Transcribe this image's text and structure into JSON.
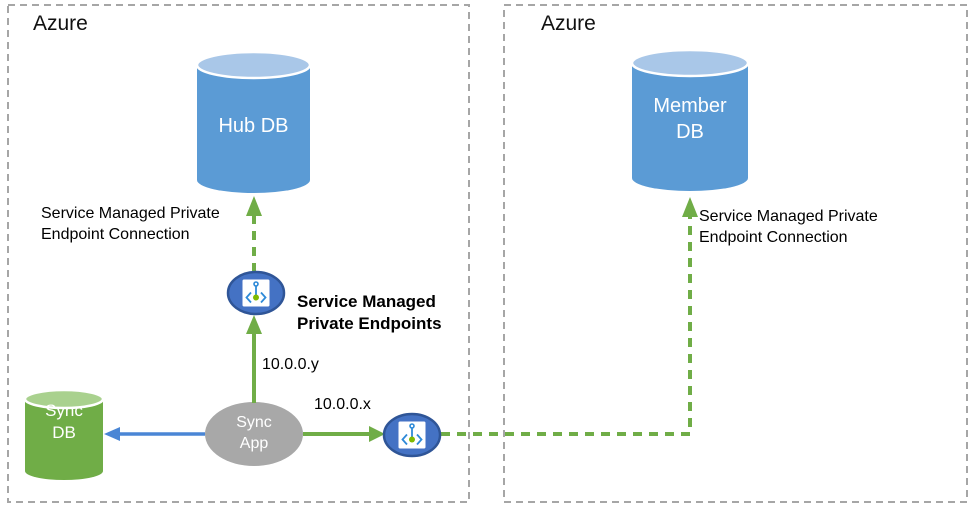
{
  "diagram": {
    "left_region": {
      "label": "Azure"
    },
    "right_region": {
      "label": "Azure"
    },
    "nodes": {
      "hub_db": {
        "label": "Hub DB"
      },
      "member_db": {
        "label": "Member\nDB"
      },
      "sync_db": {
        "label": "Sync\nDB"
      },
      "sync_app": {
        "label": "Sync\nApp"
      }
    },
    "annotations": {
      "left_connection": "Service Managed Private\nEndpoint Connection",
      "right_connection": "Service Managed Private\nEndpoint Connection",
      "endpoints_title": "Service Managed\nPrivate Endpoints",
      "ip_y": "10.0.0.y",
      "ip_x": "10.0.0.x"
    },
    "icons": {
      "endpoint_icon": "private-endpoint-icon"
    },
    "colors": {
      "db_blue_body": "#5B9BD5",
      "db_blue_top": "#A9C7E8",
      "db_green_body": "#70AD47",
      "db_green_top": "#A9D18E",
      "arrow_green": "#70AD47",
      "arrow_blue": "#4A86D5",
      "endpoint_fill": "#4472C4",
      "endpoint_stroke": "#2F5597",
      "endpoint_glyph_blue": "#2E8AD8",
      "endpoint_glyph_green": "#7FBA00",
      "app_gray": "#A8A8A8",
      "region_border_gray": "#A6A6A6"
    }
  }
}
